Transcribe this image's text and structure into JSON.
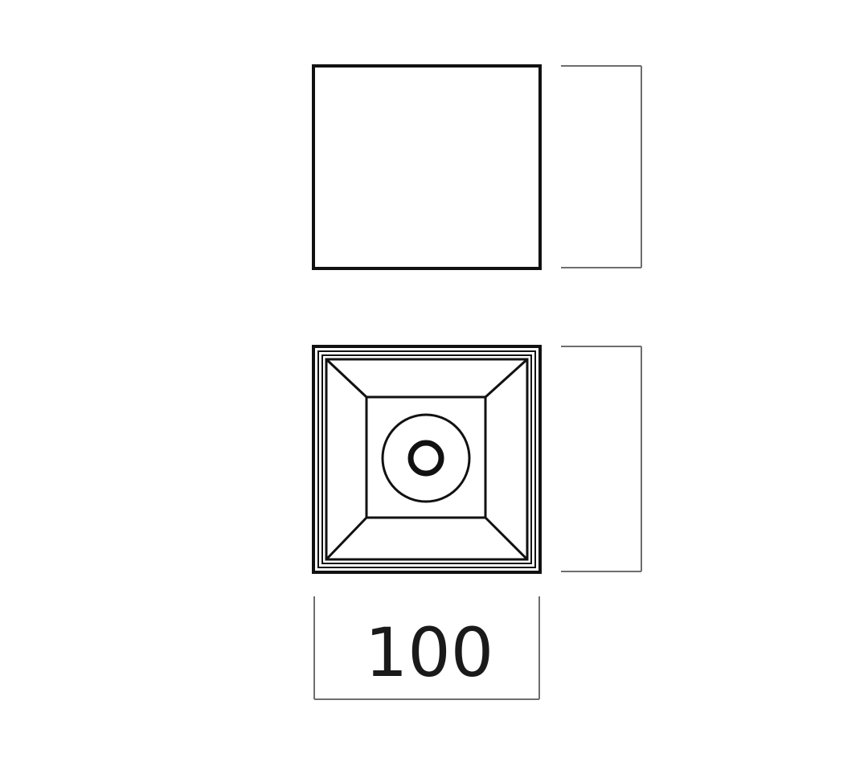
{
  "drawing": {
    "dimensions": {
      "side_height": "90",
      "front_height": "100",
      "front_width": "100"
    },
    "colors": {
      "outline": "#111111",
      "dimension_line": "#6e6e6e",
      "text": "#1a1a1a",
      "background": "#ffffff"
    }
  }
}
